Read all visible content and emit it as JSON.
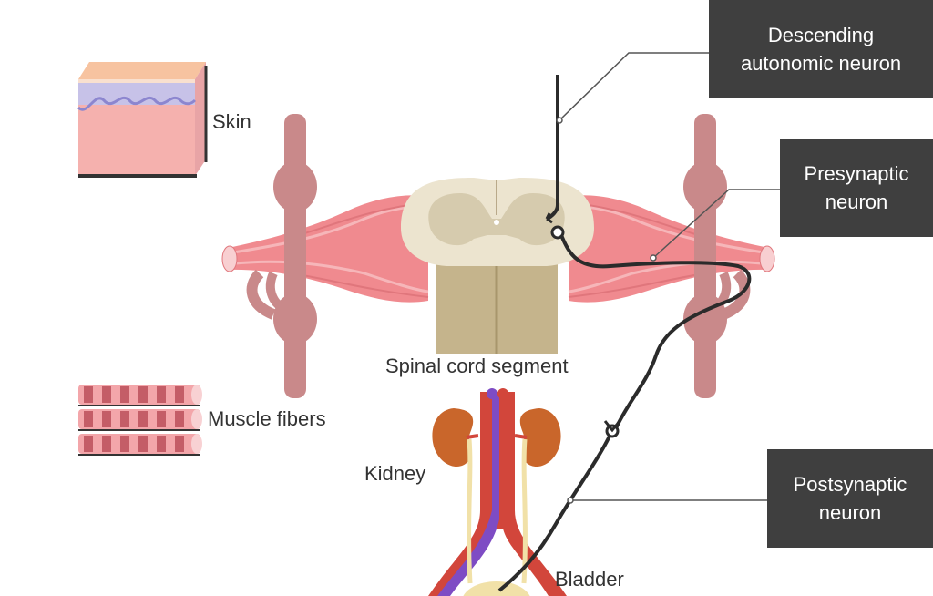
{
  "labels": {
    "skin": "Skin",
    "muscle_fibers": "Muscle fibers",
    "spinal_cord_segment": "Spinal cord segment",
    "kidney": "Kidney",
    "bladder": "Bladder"
  },
  "callouts": {
    "descending": {
      "line1": "Descending",
      "line2": "autonomic neuron"
    },
    "presynaptic": {
      "line1": "Presynaptic",
      "line2": "neuron"
    },
    "postsynaptic": {
      "line1": "Postsynaptic",
      "line2": "neuron"
    }
  },
  "colors": {
    "callout_bg": "#3f3f3f",
    "callout_text": "#ffffff",
    "label_text": "#333333",
    "nerve_fiber": "#f08a8f",
    "trunk": "#c9898a",
    "grey_matter": "#dcd1b8",
    "white_matter": "#c5b48c",
    "kidney": "#c9662b",
    "artery": "#d2463b",
    "vein": "#7e4cc4",
    "ureter": "#f1e1a8",
    "neuron": "#2b2b2b"
  },
  "icons": [
    "skin-block-icon",
    "muscle-fiber-icon",
    "kidney-icon",
    "bladder-icon",
    "spinal-cord-icon",
    "sympathetic-trunk-icon"
  ]
}
